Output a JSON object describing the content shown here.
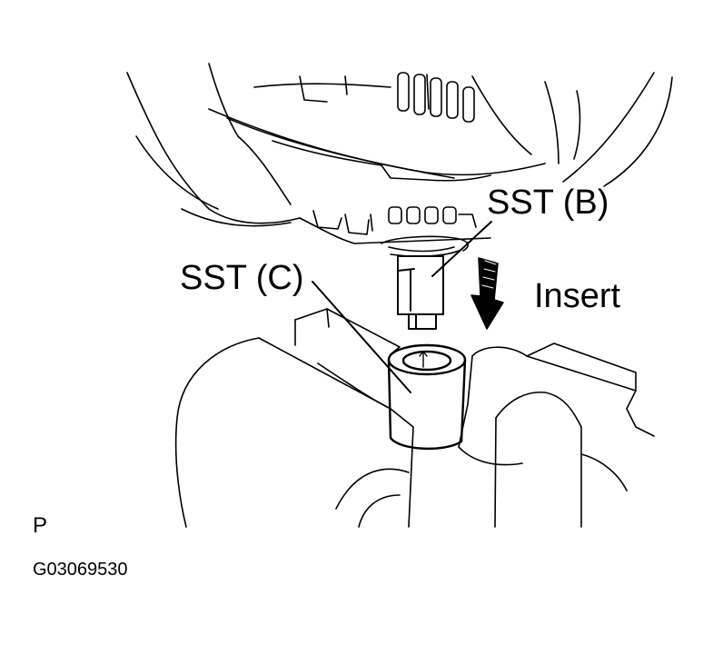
{
  "labels": {
    "sst_b": "SST (B)",
    "sst_c": "SST (C)",
    "insert": "Insert",
    "view_letter": "P",
    "figure_code": "G03069530"
  },
  "colors": {
    "line": "#000000",
    "background": "#ffffff"
  }
}
